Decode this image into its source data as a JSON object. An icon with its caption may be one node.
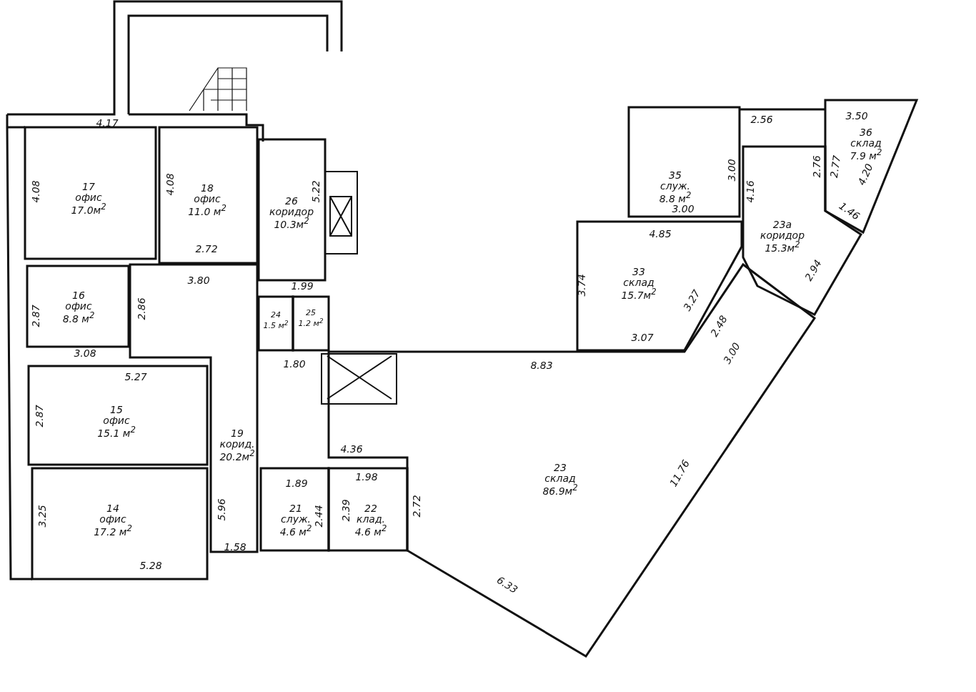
{
  "diagram": {
    "nodes": [
      {
        "text": [
          "17",
          "офис",
          "17.0м$^{2}$"
        ]
      },
      {
        "text": [
          "18",
          "офис",
          "11.0 м$^{2}$"
        ]
      },
      {
        "text": [
          "26",
          "коридор",
          "10.3м$^{2}$"
        ]
      },
      {
        "text": [
          "35",
          "служ.",
          "8.8 м$^{2}$"
        ]
      },
      {
        "text": [
          "36",
          "склад",
          "7.9 м$^{2}$"
        ]
      },
      {
        "text": [
          "16",
          "офис",
          "8.8 м$^{2}$"
        ]
      },
      {
        "text": [
          "24",
          "1.5 м$^{2}$"
        ]
      },
      {
        "text": [
          "25",
          "1.2 м$^{2}$"
        ]
      },
      {
        "text": [
          "23а",
          "коридор",
          "15.3м$^{2}$"
        ]
      },
      {
        "text": [
          "33",
          "склад",
          "15.7м$^{2}$"
        ]
      },
      {
        "text": [
          "15",
          "офис",
          "15.1 м$^{2}$"
        ]
      },
      {
        "text": [
          "19",
          "корид.",
          "20.2м$^{2}$"
        ]
      },
      {
        "text": [
          "23",
          "склад",
          "86.9м$^{2}$"
        ]
      },
      {
        "text": [
          "21",
          "служ.",
          "4.6 м$^{2}$"
        ]
      },
      {
        "text": [
          "22",
          "клад.",
          "4.6 м$^{2}$"
        ]
      },
      {
        "text": [
          "14",
          "офис",
          "17.2 м$^{2}$"
        ]
      }
    ],
    "labels": [
      "4.17",
      "4.08",
      "4.08",
      "5.22",
      "2.56",
      "3.50",
      "2.76",
      "2.77",
      "3.00",
      "4.16",
      "4.20",
      "3.00",
      "1.46",
      "4.85",
      "2.72",
      "3.80",
      "3.74",
      "1.99",
      "2.94",
      "3.27",
      "2.87",
      "2.86",
      "2.48",
      "3.08",
      "3.07",
      "1.80",
      "8.83",
      "3.00",
      "5.27",
      "2.87",
      "4.36",
      "1.89",
      "1.98",
      "11.76",
      "2.72",
      "2.44",
      "2.39",
      "5.96",
      "3.25",
      "1.58",
      "5.28",
      "6.33"
    ]
  }
}
